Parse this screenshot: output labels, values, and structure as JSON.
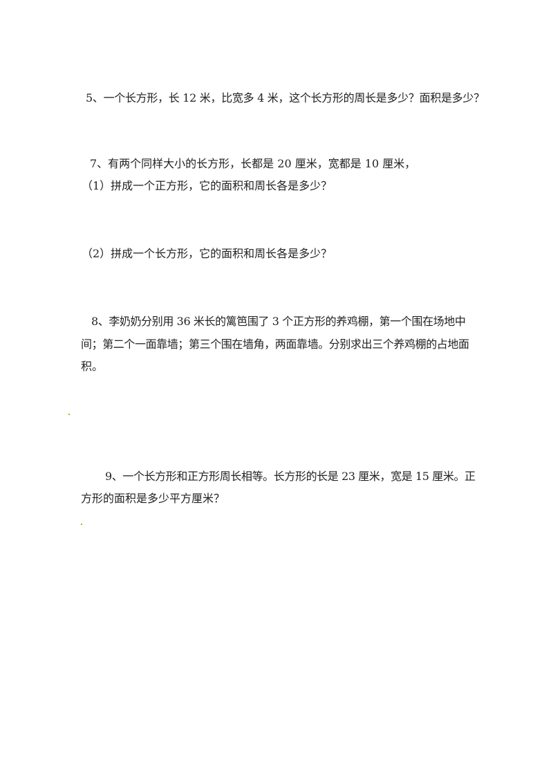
{
  "questions": {
    "q5": "5、一个长方形，长 12 米，比宽多 4 米，这个长方形的周长是多少？面积是多少？",
    "q7": {
      "stem": "7、有两个同样大小的长方形，长都是 20 厘米，宽都是 10 厘米，",
      "part1": "（1）拼成一个正方形，它的面积和周长各是多少？",
      "part2": "（2）拼成一个长方形，它的面积和周长各是多少？"
    },
    "q8": {
      "line1": "8、李奶奶分别用 36 米长的篱笆围了 3 个正方形的养鸡棚，第一个围在场地中",
      "line2": "间；第二个一面靠墙；第三个围在墙角，两面靠墙。分别求出三个养鸡棚的占地面",
      "line3": "积。"
    },
    "q9": {
      "line1": "9、一个长方形和正方形周长相等。长方形的长是 23 厘米，宽是 15 厘米。正",
      "line2": "方形的面积是多少平方厘米？"
    }
  }
}
